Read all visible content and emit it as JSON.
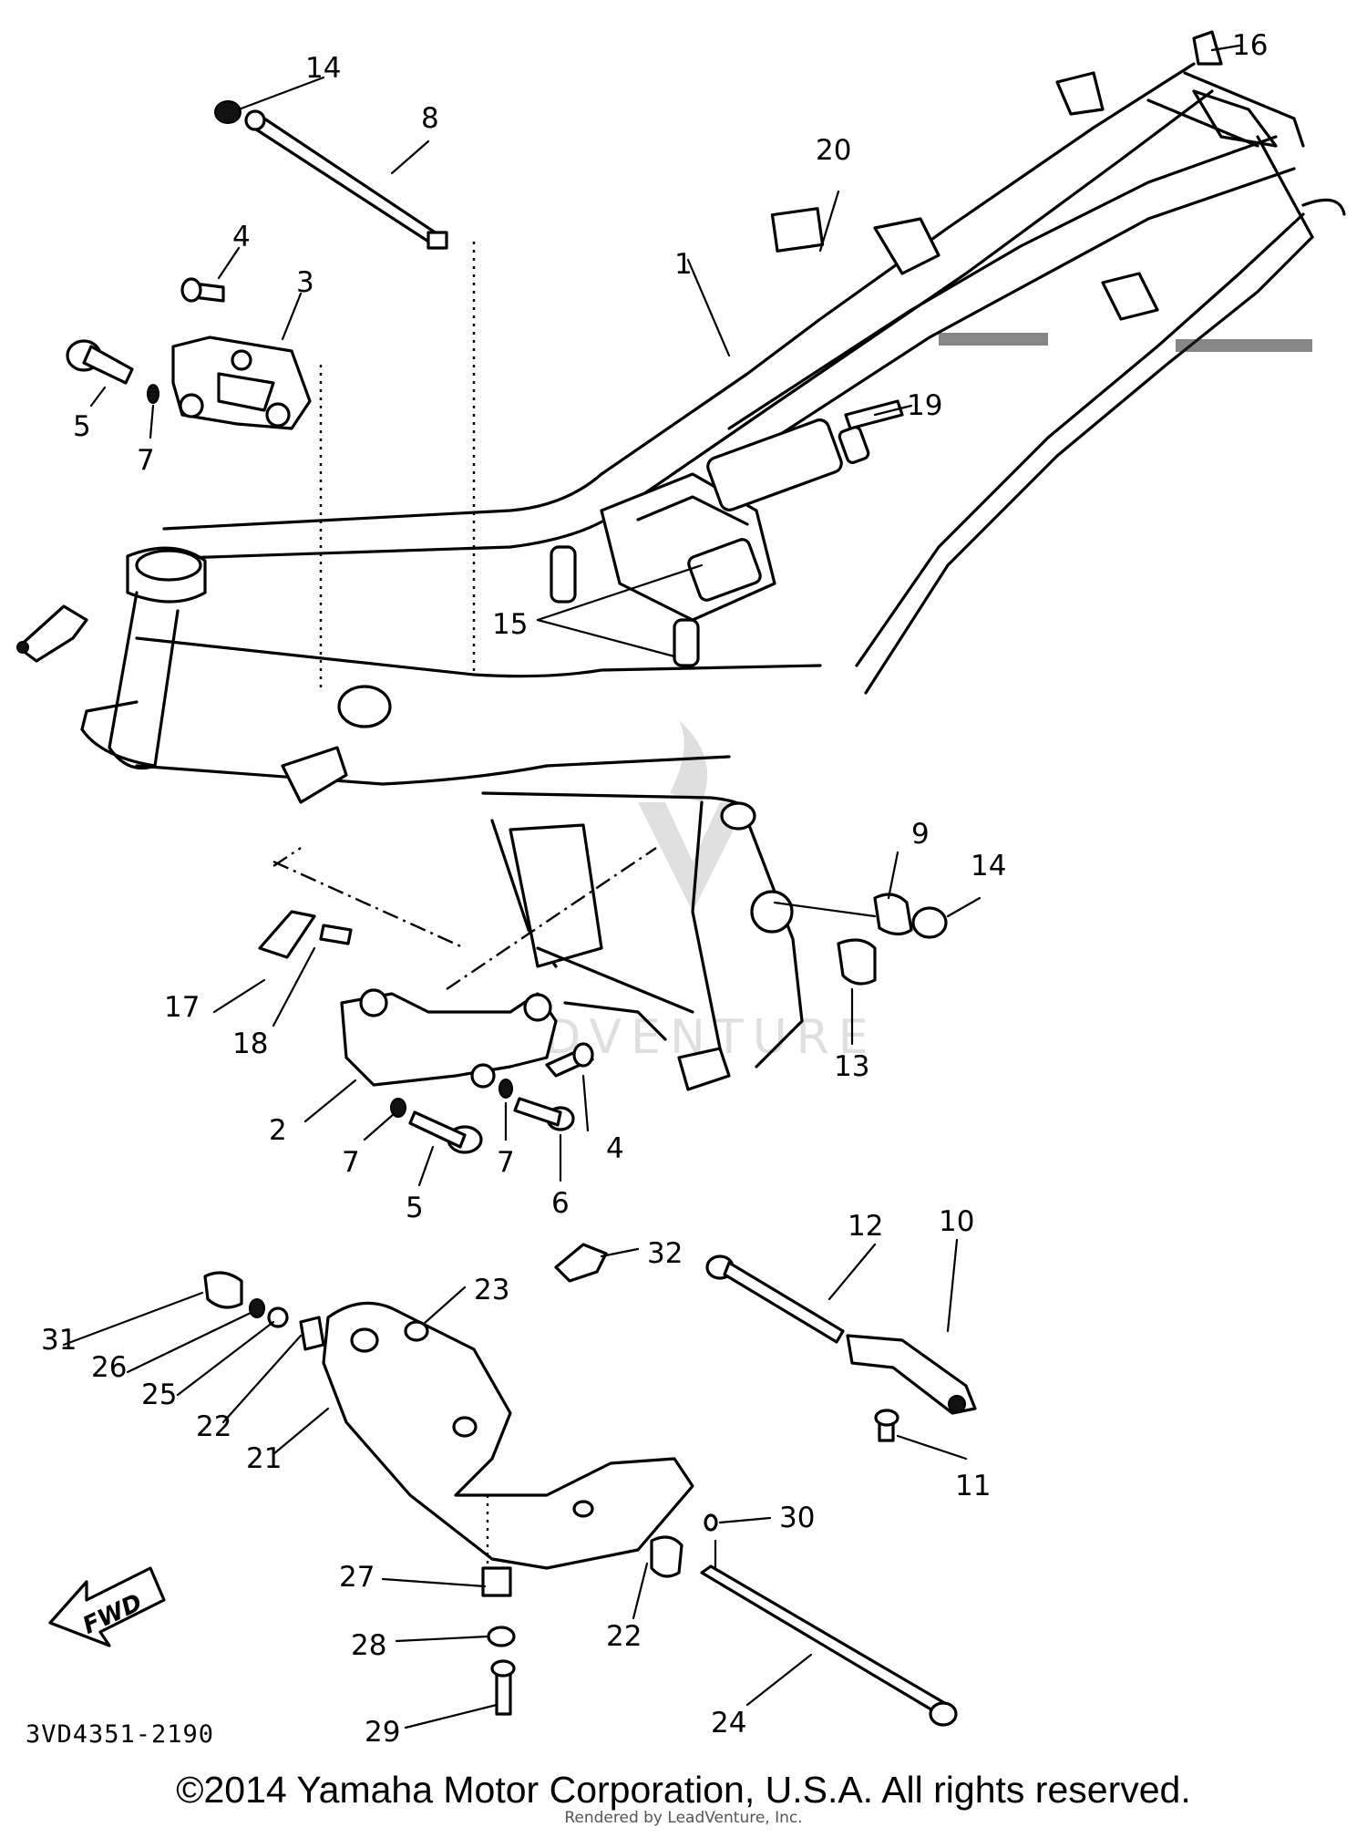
{
  "diagram": {
    "callouts": [
      {
        "id": "1",
        "label": "1"
      },
      {
        "id": "2",
        "label": "2"
      },
      {
        "id": "3",
        "label": "3"
      },
      {
        "id": "4a",
        "label": "4"
      },
      {
        "id": "4b",
        "label": "4"
      },
      {
        "id": "5a",
        "label": "5"
      },
      {
        "id": "5b",
        "label": "5"
      },
      {
        "id": "6",
        "label": "6"
      },
      {
        "id": "7a",
        "label": "7"
      },
      {
        "id": "7b",
        "label": "7"
      },
      {
        "id": "7c",
        "label": "7"
      },
      {
        "id": "8",
        "label": "8"
      },
      {
        "id": "9",
        "label": "9"
      },
      {
        "id": "10",
        "label": "10"
      },
      {
        "id": "11",
        "label": "11"
      },
      {
        "id": "12",
        "label": "12"
      },
      {
        "id": "13",
        "label": "13"
      },
      {
        "id": "14a",
        "label": "14"
      },
      {
        "id": "14b",
        "label": "14"
      },
      {
        "id": "15",
        "label": "15"
      },
      {
        "id": "16",
        "label": "16"
      },
      {
        "id": "17",
        "label": "17"
      },
      {
        "id": "18",
        "label": "18"
      },
      {
        "id": "19",
        "label": "19"
      },
      {
        "id": "20",
        "label": "20"
      },
      {
        "id": "21",
        "label": "21"
      },
      {
        "id": "22a",
        "label": "22"
      },
      {
        "id": "22b",
        "label": "22"
      },
      {
        "id": "23",
        "label": "23"
      },
      {
        "id": "24",
        "label": "24"
      },
      {
        "id": "25",
        "label": "25"
      },
      {
        "id": "26",
        "label": "26"
      },
      {
        "id": "27",
        "label": "27"
      },
      {
        "id": "28",
        "label": "28"
      },
      {
        "id": "29",
        "label": "29"
      },
      {
        "id": "30",
        "label": "30"
      },
      {
        "id": "31",
        "label": "31"
      },
      {
        "id": "32",
        "label": "32"
      }
    ],
    "fwd_label": "FWD",
    "reference_code": "3VD4351-2190",
    "watermark": "LEADVENTURE"
  },
  "footer": {
    "copyright": "©2014 Yamaha Motor Corporation, U.S.A. All rights reserved.",
    "rendered_by": "Rendered by LeadVenture, Inc."
  }
}
